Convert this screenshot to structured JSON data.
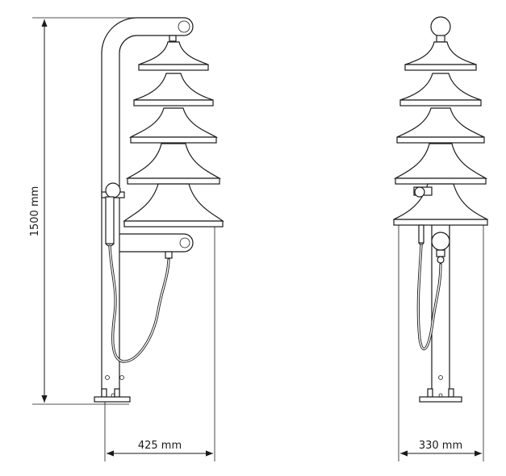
{
  "dimensions": {
    "height_label": "1500 mm",
    "side_width_label": "425 mm",
    "front_width_label": "330 mm"
  },
  "colors": {
    "line": "#1a1a1a",
    "background": "#ffffff"
  }
}
